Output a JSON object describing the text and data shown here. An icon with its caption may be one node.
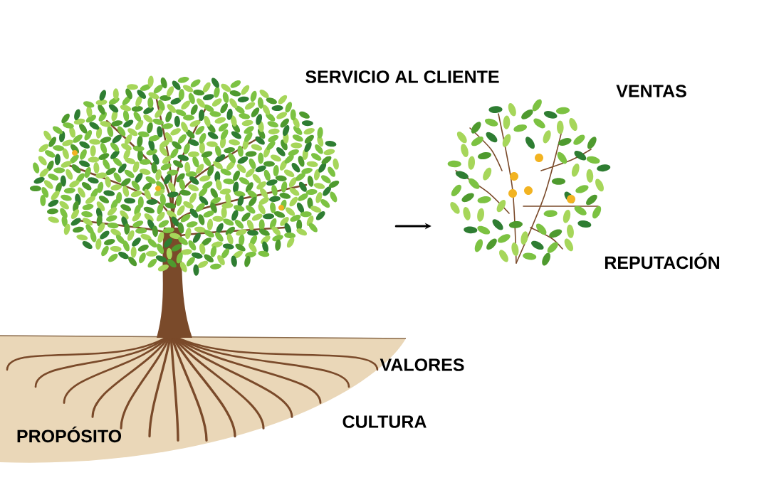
{
  "diagram": {
    "nodes": [
      {
        "text": [],
        "shape": "picture"
      },
      {
        "text": [],
        "shape": "picture"
      }
    ],
    "edges": [
      {
        "from": 0,
        "to": 1,
        "arrow": "to"
      }
    ],
    "labels": [
      "SERVICIO AL CLIENTE",
      "VENTAS",
      "REPUTACIÓN",
      "VALORES",
      "CULTURA",
      "PROPÓSITO"
    ]
  }
}
